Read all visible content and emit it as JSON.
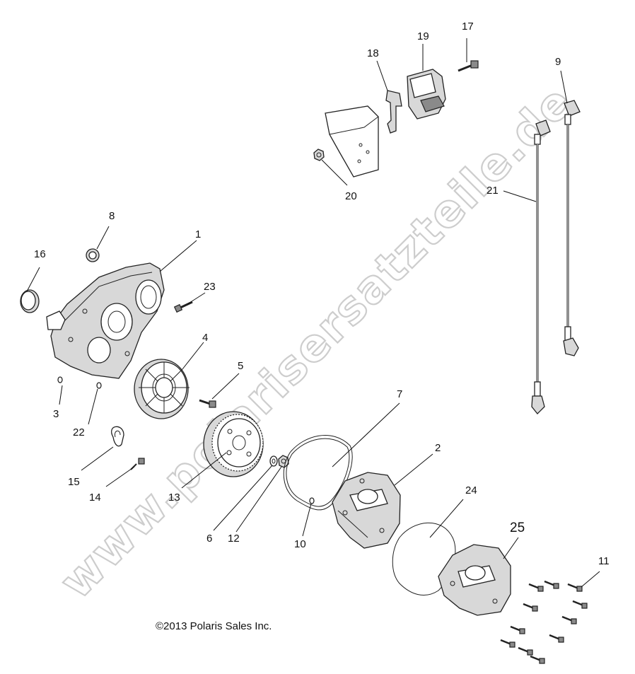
{
  "diagram": {
    "copyright": "©2013 Polaris Sales Inc.",
    "watermark": "www.polarisersatzteile.de",
    "callouts": [
      {
        "id": "c1",
        "label": "1"
      },
      {
        "id": "c2",
        "label": "2"
      },
      {
        "id": "c3",
        "label": "3"
      },
      {
        "id": "c4",
        "label": "4"
      },
      {
        "id": "c5",
        "label": "5"
      },
      {
        "id": "c6",
        "label": "6"
      },
      {
        "id": "c7",
        "label": "7"
      },
      {
        "id": "c8",
        "label": "8"
      },
      {
        "id": "c9",
        "label": "9"
      },
      {
        "id": "c10",
        "label": "10"
      },
      {
        "id": "c11",
        "label": "11"
      },
      {
        "id": "c12",
        "label": "12"
      },
      {
        "id": "c13",
        "label": "13"
      },
      {
        "id": "c14",
        "label": "14"
      },
      {
        "id": "c15",
        "label": "15"
      },
      {
        "id": "c16",
        "label": "16"
      },
      {
        "id": "c17",
        "label": "17"
      },
      {
        "id": "c18",
        "label": "18"
      },
      {
        "id": "c19",
        "label": "19"
      },
      {
        "id": "c20",
        "label": "20"
      },
      {
        "id": "c21",
        "label": "21"
      },
      {
        "id": "c22",
        "label": "22"
      },
      {
        "id": "c23",
        "label": "23"
      },
      {
        "id": "c24",
        "label": "24"
      },
      {
        "id": "c25",
        "label": "25"
      }
    ]
  }
}
